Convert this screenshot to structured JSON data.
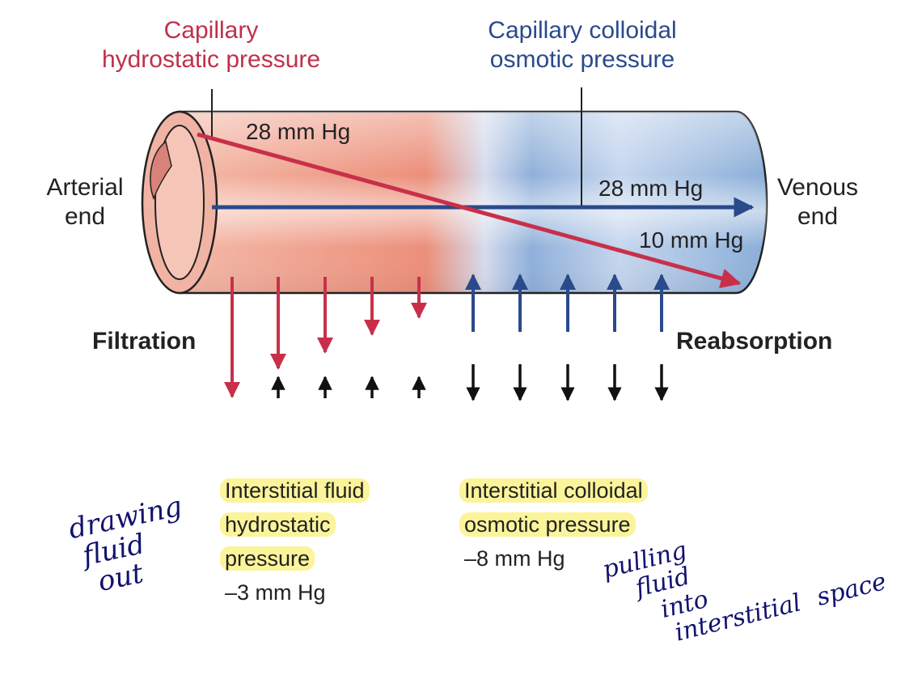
{
  "title_left": [
    "Capillary",
    "hydrostatic pressure"
  ],
  "title_right": [
    "Capillary colloidal",
    "osmotic pressure"
  ],
  "arterial_end": [
    "Arterial",
    "end"
  ],
  "venous_end": [
    "Venous",
    "end"
  ],
  "pressure_labels": {
    "hydro_start": "28 mm Hg",
    "osmotic": "28 mm Hg",
    "hydro_end": "10 mm Hg"
  },
  "filtration": "Filtration",
  "reabsorption": "Reabsorption",
  "interstitial_left": [
    "Interstitial fluid",
    "hydrostatic",
    "pressure",
    "–3 mm Hg"
  ],
  "interstitial_right": [
    "Interstitial colloidal",
    "osmotic pressure",
    "–8 mm Hg"
  ],
  "handwriting": {
    "left": [
      "drawing",
      "fluid",
      "out"
    ],
    "right": [
      "pulling",
      "fluid",
      "into",
      "interstitial",
      "space"
    ]
  },
  "colors": {
    "red": "#c8304a",
    "blue": "#2a4a8c",
    "black_arrow": "#111111",
    "highlight": "#faf078",
    "ink": "#11126e"
  }
}
